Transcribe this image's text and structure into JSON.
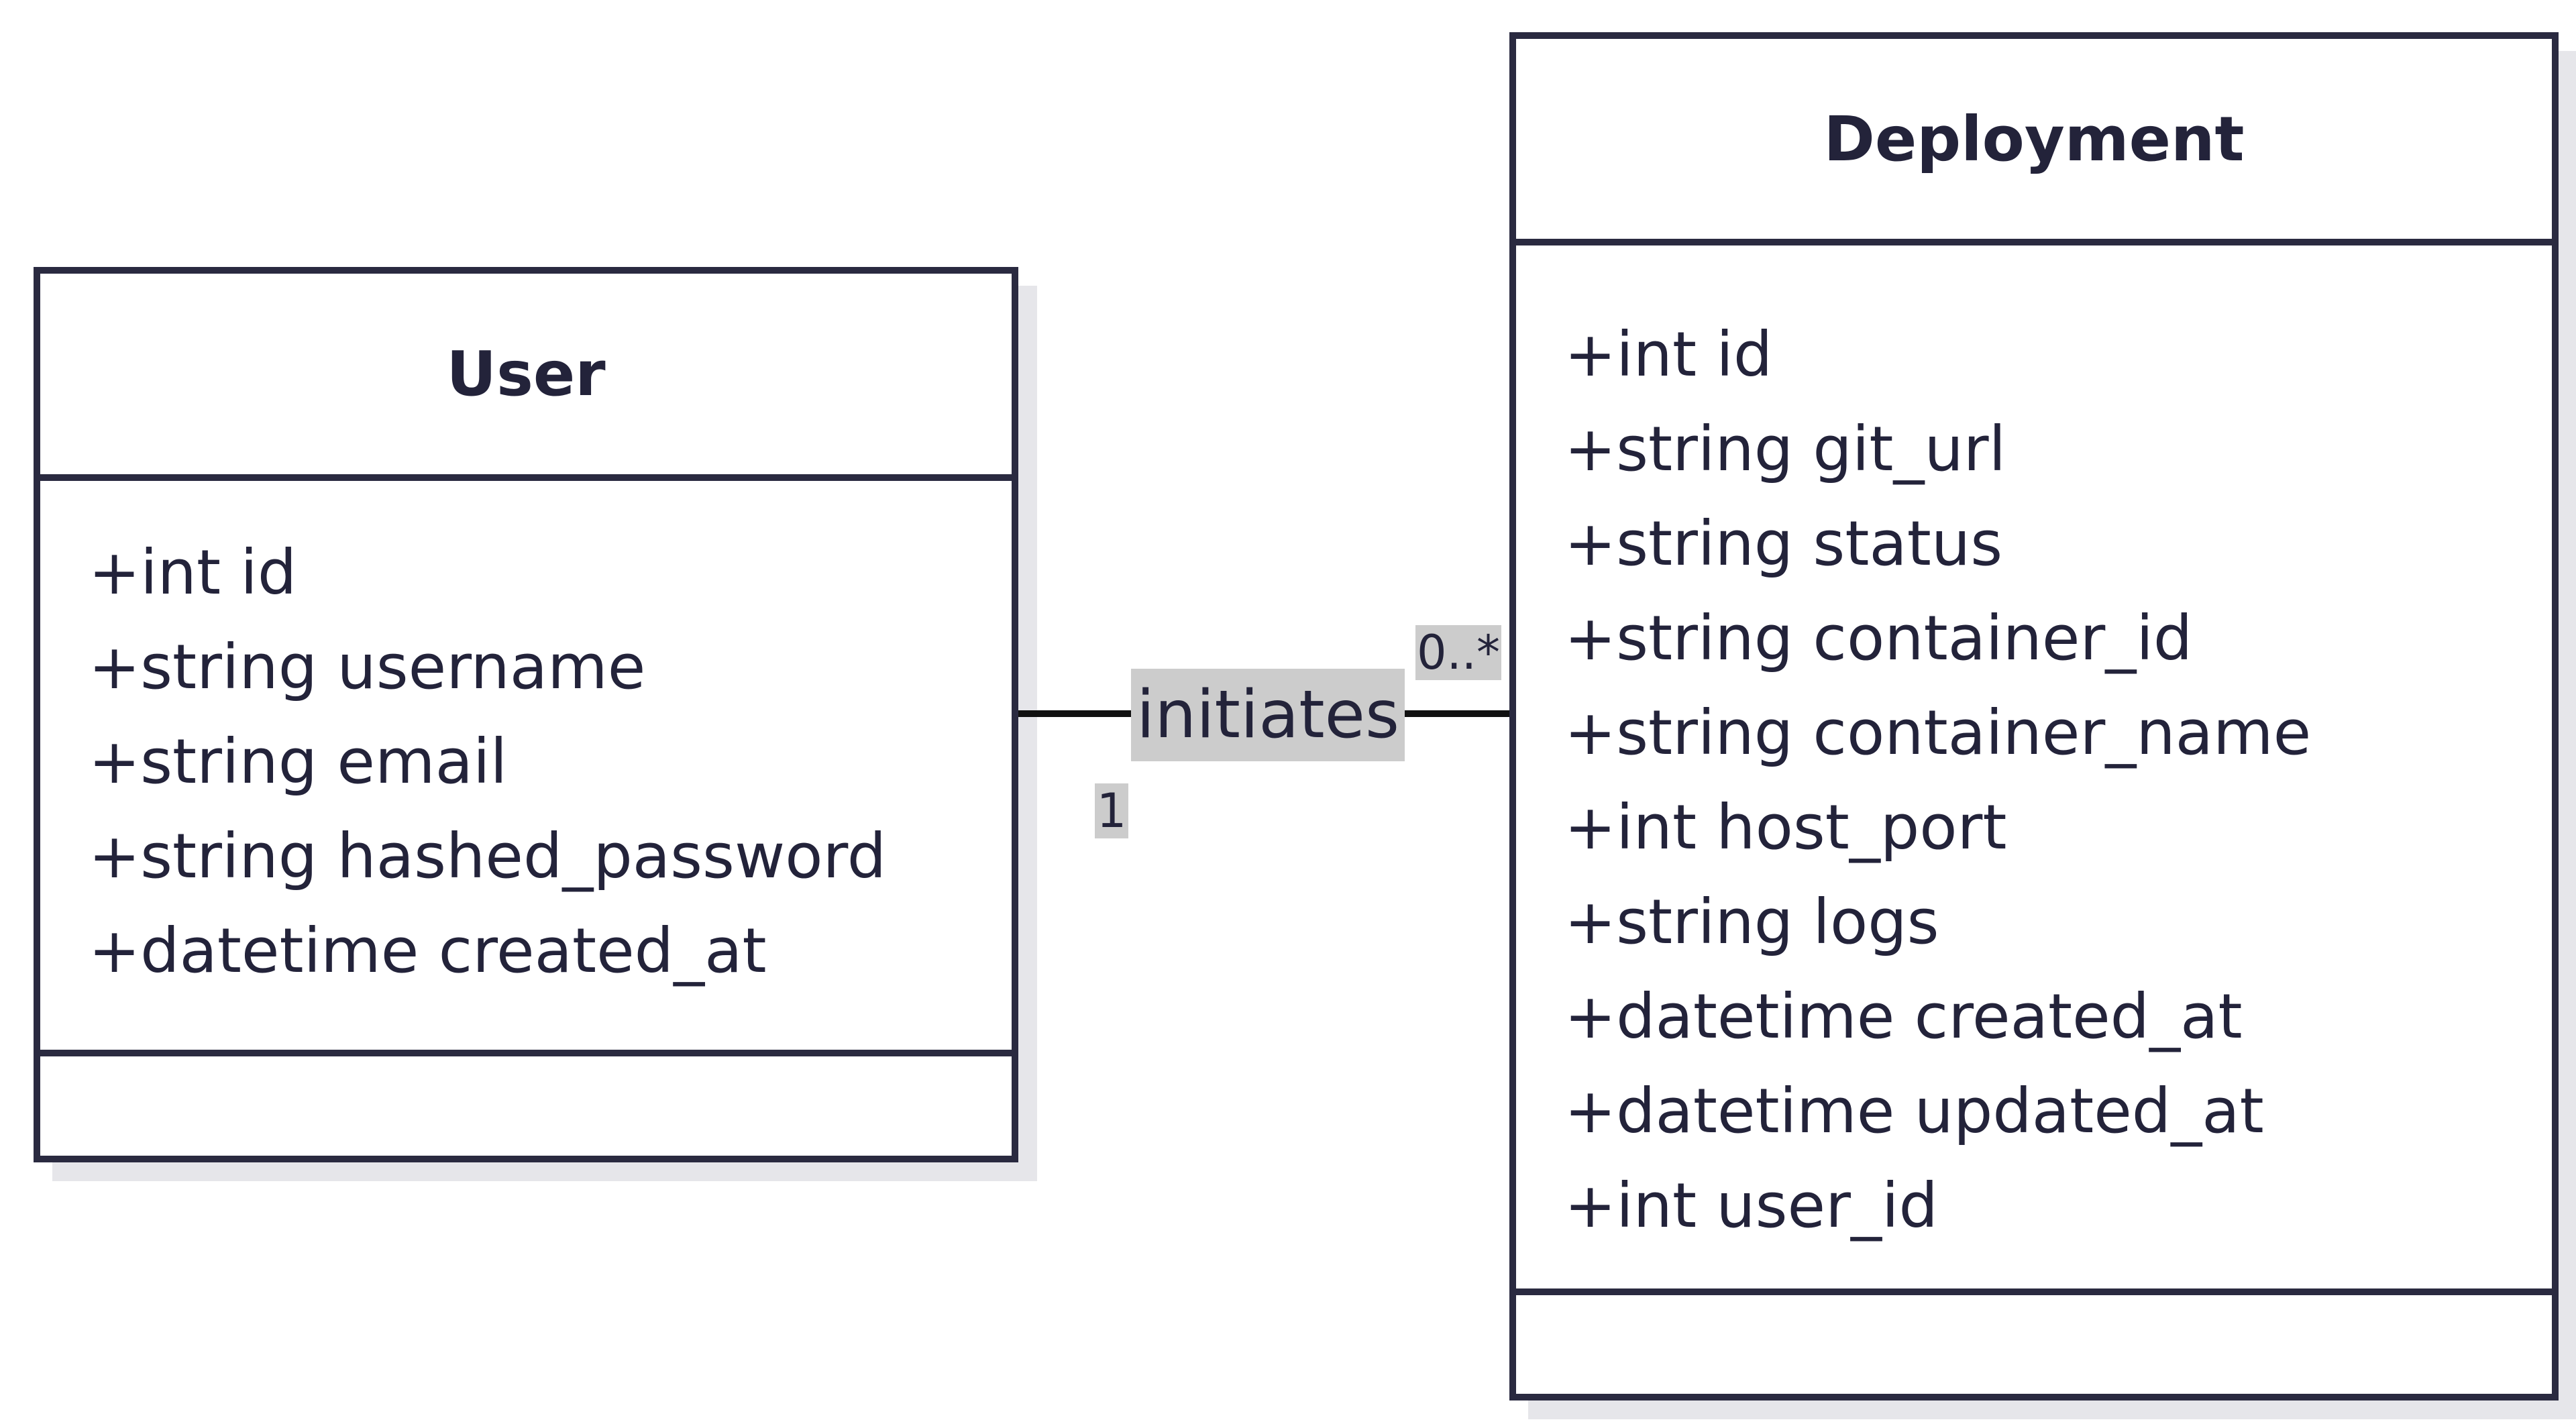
{
  "classes": {
    "user": {
      "name": "User",
      "attributes": [
        "+int id",
        "+string username",
        "+string email",
        "+string hashed_password",
        "+datetime created_at"
      ]
    },
    "deployment": {
      "name": "Deployment",
      "attributes": [
        "+int id",
        "+string git_url",
        "+string status",
        "+string container_id",
        "+string container_name",
        "+int host_port",
        "+string logs",
        "+datetime created_at",
        "+datetime updated_at",
        "+int user_id"
      ]
    }
  },
  "association": {
    "label": "initiates",
    "from_multiplicity": "1",
    "to_multiplicity": "0..*"
  }
}
